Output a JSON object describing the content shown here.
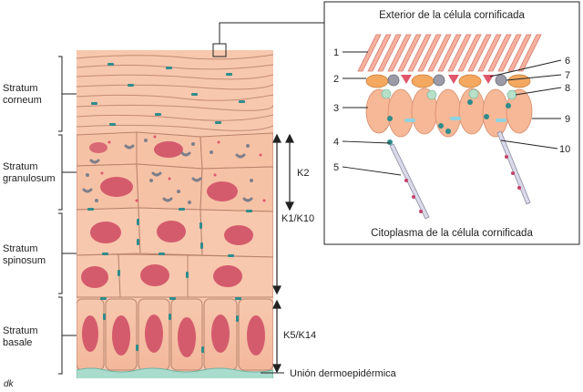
{
  "layers": [
    {
      "lines": [
        "Stratum",
        "corneum"
      ]
    },
    {
      "lines": [
        "Stratum",
        "granulosum"
      ]
    },
    {
      "lines": [
        "Stratum",
        "spinosum"
      ]
    },
    {
      "lines": [
        "Stratum",
        "basale"
      ]
    }
  ],
  "keratins": {
    "k2": "K2",
    "k1k10": "K1/K10",
    "k5k14": "K5/K14"
  },
  "junction_label": "Unión dermoepidérmica",
  "signature": "dk",
  "inset": {
    "title_top": "Exterior de la célula cornificada",
    "title_bottom": "Citoplasma de la célula cornificada",
    "callouts": [
      "1",
      "2",
      "3",
      "4",
      "5",
      "6",
      "7",
      "8",
      "9",
      "10"
    ]
  },
  "colors": {
    "cell": "#f7c8ae",
    "cell_border": "#b9826c",
    "nucleus": "#d45b6c",
    "desmosome": "#2f8c8c",
    "junction": "#a9dccd",
    "envelope": "#f08a7a"
  }
}
